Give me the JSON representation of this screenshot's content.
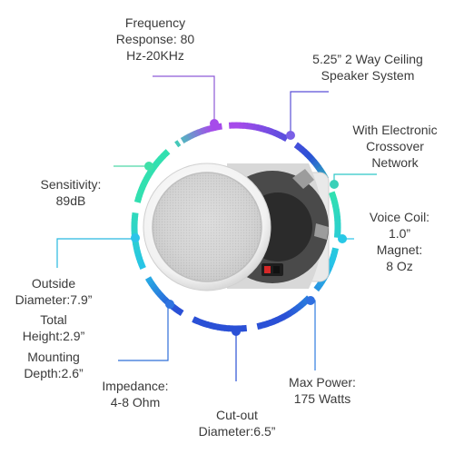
{
  "features": {
    "frequency": [
      "Frequency",
      "Response: 80",
      "Hz-20KHz"
    ],
    "system": [
      "5.25” 2 Way Ceiling",
      "Speaker System"
    ],
    "crossover": [
      "With Electronic",
      "Crossover",
      "Network"
    ],
    "sensitivity": [
      "Sensitivity:",
      "89dB"
    ],
    "voice_coil": [
      "Voice Coil:",
      "1.0”",
      "Magnet:",
      "8 Oz"
    ],
    "outside_diameter": [
      "Outside",
      "Diameter:7.9”"
    ],
    "total_height": [
      "Total",
      "Height:2.9”"
    ],
    "mounting_depth": [
      "Mounting",
      "Depth:2.6”"
    ],
    "impedance": [
      "Impedance:",
      "4-8 Ohm"
    ],
    "cutout": [
      "Cut-out",
      "Diameter:6.5”"
    ],
    "max_power": [
      "Max Power:",
      "175 Watts"
    ]
  },
  "colors": {
    "ring_purple": "#a64bea",
    "ring_blue": "#2a50d6",
    "ring_cyan": "#27c3e8",
    "ring_teal": "#32e0b0",
    "leader_purple": "#8e5bd6",
    "leader_blue": "#3a5bd6"
  }
}
